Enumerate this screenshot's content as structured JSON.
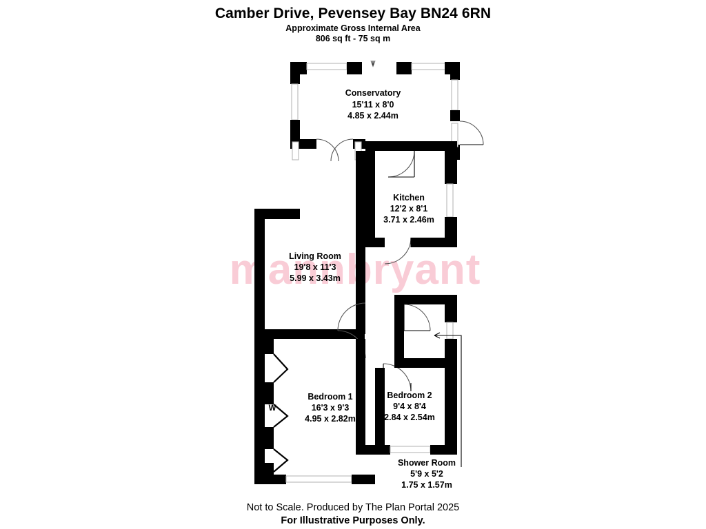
{
  "header": {
    "title": "Camber Drive, Pevensey Bay BN24 6RN",
    "area_label": "Approximate Gross Internal Area",
    "area_value": "806 sq ft - 75 sq m"
  },
  "watermark": {
    "text": "mannbryant",
    "color": "#f9ccd6"
  },
  "rooms": [
    {
      "key": "conservatory",
      "name": "Conservatory",
      "dim_imperial": "15'11 x 8'0",
      "dim_metric": "4.85 x 2.44m"
    },
    {
      "key": "kitchen",
      "name": "Kitchen",
      "dim_imperial": "12'2 x 8'1",
      "dim_metric": "3.71 x 2.46m"
    },
    {
      "key": "living_room",
      "name": "Living Room",
      "dim_imperial": "19'8 x 11'3",
      "dim_metric": "5.99 x 3.43m"
    },
    {
      "key": "bedroom1",
      "name": "Bedroom 1",
      "dim_imperial": "16'3 x 9'3",
      "dim_metric": "4.95 x 2.82m"
    },
    {
      "key": "bedroom2",
      "name": "Bedroom 2",
      "dim_imperial": "9'4 x 8'4",
      "dim_metric": "2.84 x 2.54m"
    },
    {
      "key": "shower_room",
      "name": "Shower Room",
      "dim_imperial": "5'9 x 5'2",
      "dim_metric": "1.75 x 1.57m"
    }
  ],
  "annotations": {
    "wardrobe_marker": "W"
  },
  "footer": {
    "line1": "Not to Scale. Produced by The Plan Portal 2025",
    "line2": "For Illustrative Purposes Only."
  }
}
